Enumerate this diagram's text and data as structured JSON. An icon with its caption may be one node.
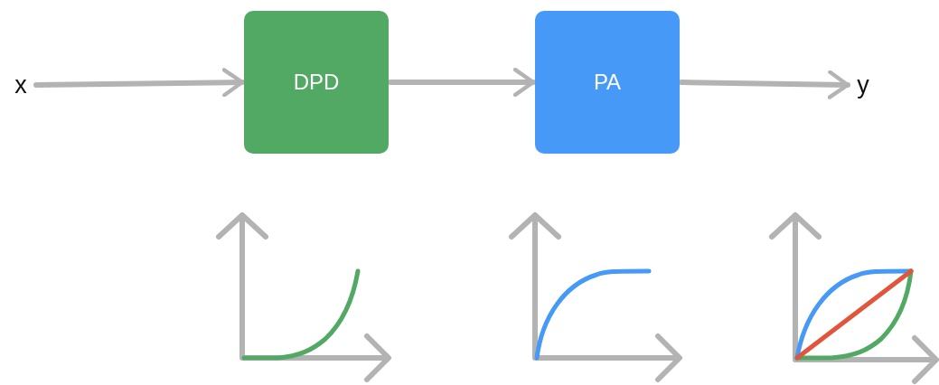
{
  "diagram": {
    "nodes": [
      {
        "text": [
          "x"
        ]
      },
      {
        "text": [
          "DPD"
        ]
      },
      {
        "text": [
          "PA"
        ]
      },
      {
        "text": [
          "y"
        ]
      }
    ],
    "edges": [
      {
        "from": 0,
        "to": 1,
        "arrow": "to"
      },
      {
        "from": 1,
        "to": 2,
        "arrow": "to"
      },
      {
        "from": 2,
        "to": 3,
        "arrow": "to"
      }
    ]
  }
}
